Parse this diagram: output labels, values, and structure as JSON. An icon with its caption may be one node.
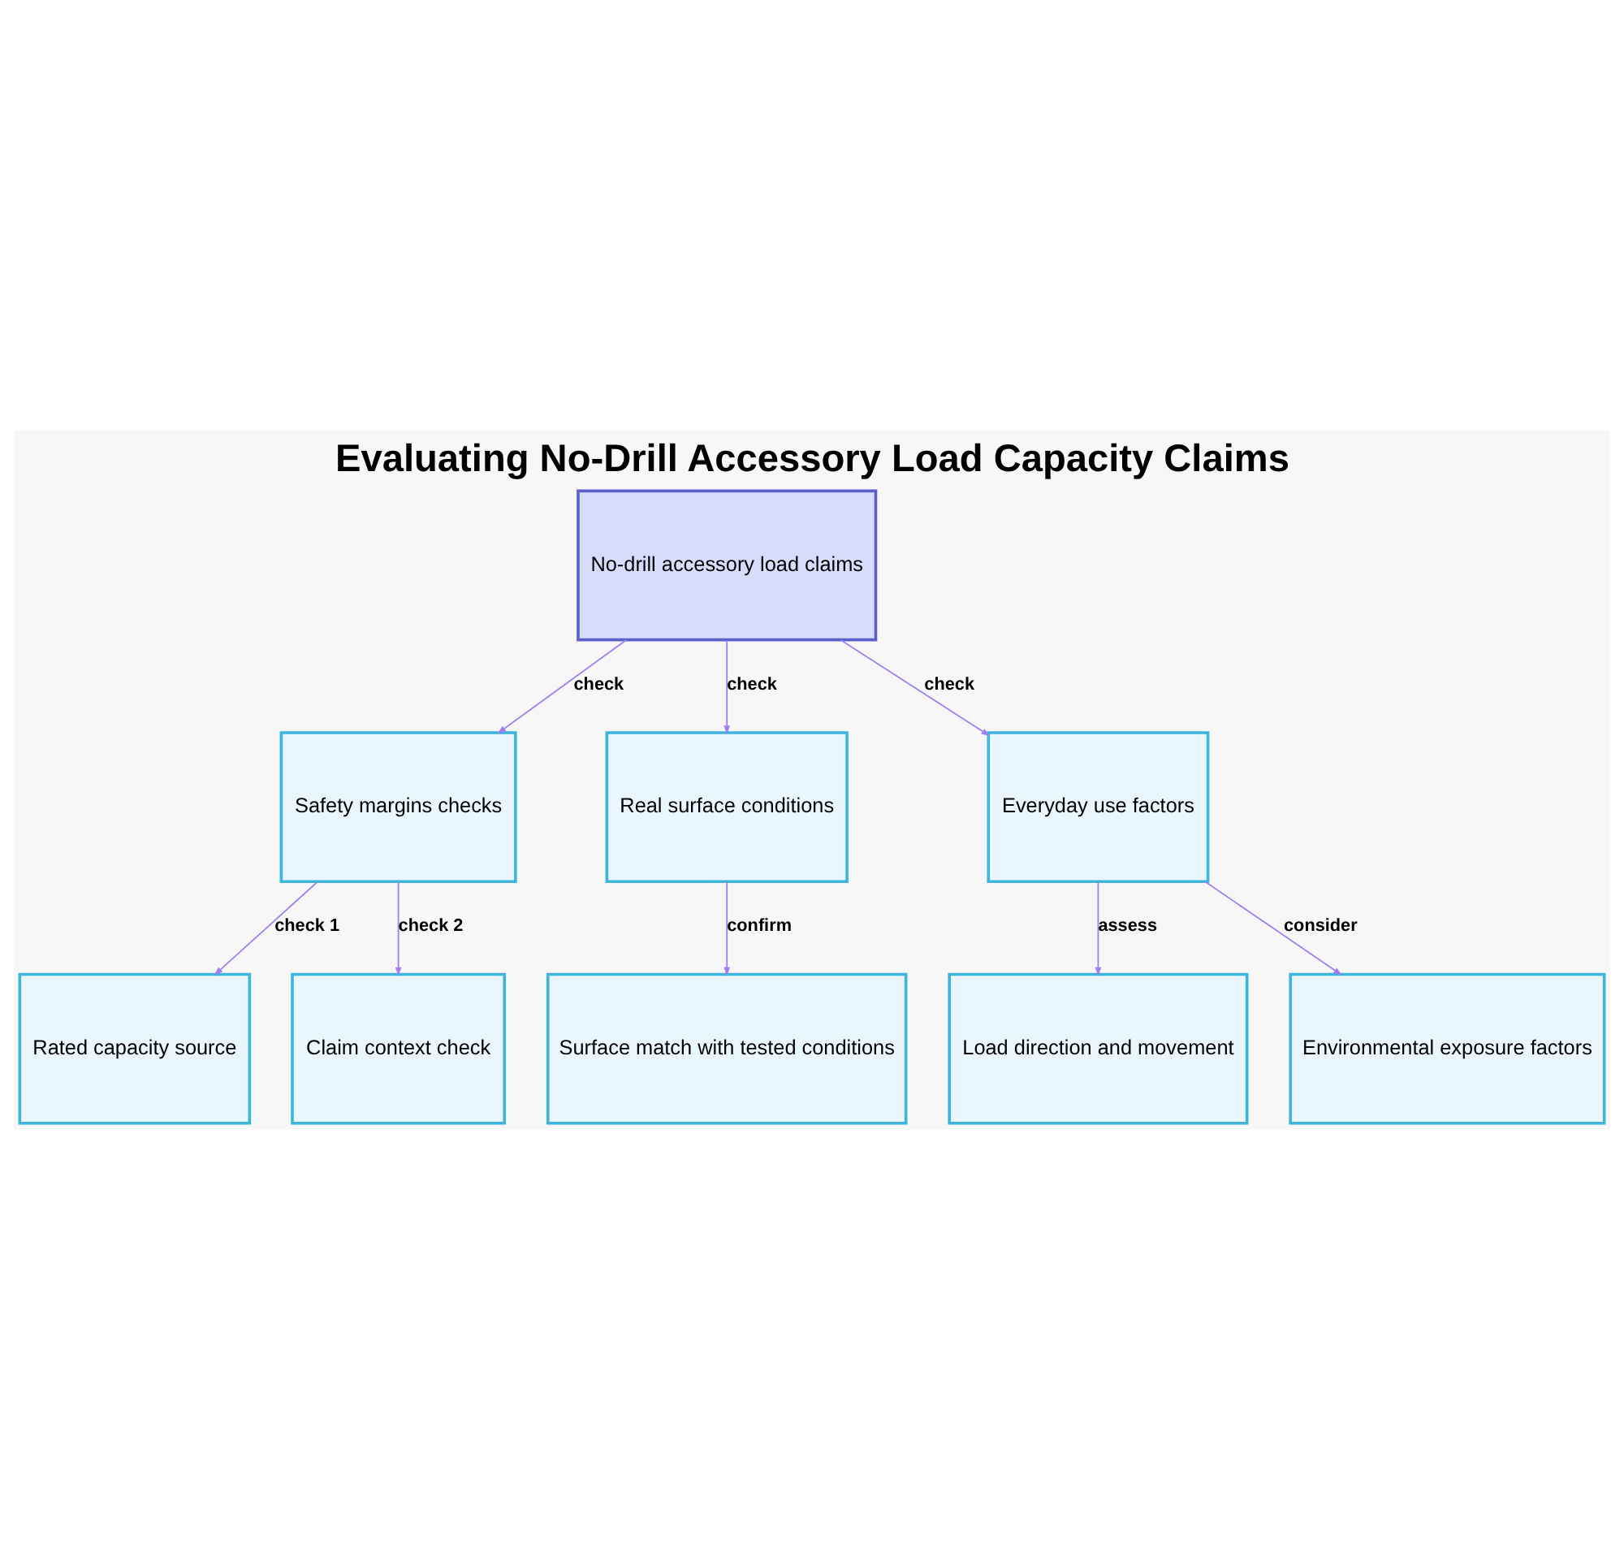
{
  "diagram": {
    "title": "Evaluating No-Drill Accessory Load Capacity Claims",
    "nodes": [
      {
        "text": [
          "No-drill accessory load claims"
        ]
      },
      {
        "text": [
          "Safety margins checks"
        ]
      },
      {
        "text": [
          "Real surface conditions"
        ]
      },
      {
        "text": [
          "Everyday use factors"
        ]
      },
      {
        "text": [
          "Rated capacity source"
        ]
      },
      {
        "text": [
          "Claim context check"
        ]
      },
      {
        "text": [
          "Surface match with tested conditions"
        ]
      },
      {
        "text": [
          "Load direction and movement"
        ]
      },
      {
        "text": [
          "Environmental exposure factors"
        ]
      }
    ],
    "edges": [
      {
        "from": 0,
        "to": 1,
        "arrow": "to",
        "label": "check"
      },
      {
        "from": 0,
        "to": 2,
        "arrow": "to",
        "label": "check"
      },
      {
        "from": 0,
        "to": 3,
        "arrow": "to",
        "label": "check"
      },
      {
        "from": 1,
        "to": 4,
        "arrow": "to",
        "label": "check 1"
      },
      {
        "from": 1,
        "to": 5,
        "arrow": "to",
        "label": "check 2"
      },
      {
        "from": 2,
        "to": 6,
        "arrow": "to",
        "label": "confirm"
      },
      {
        "from": 3,
        "to": 7,
        "arrow": "to",
        "label": "assess"
      },
      {
        "from": 3,
        "to": 8,
        "arrow": "to",
        "label": "consider"
      }
    ]
  }
}
